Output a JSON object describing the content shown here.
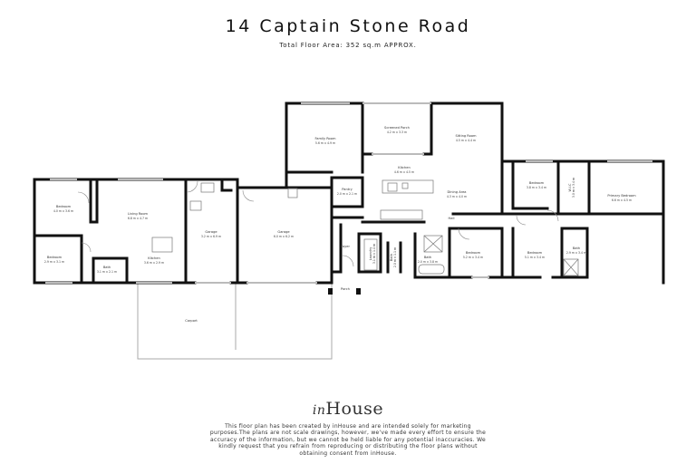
{
  "header": {
    "title": "14 Captain Stone Road",
    "subtitle": "Total Floor Area: 352 sq.m APPROX."
  },
  "rooms": {
    "bedroom_nw": {
      "name": "Bedroom",
      "dims": "4.0 m x 3.6 m"
    },
    "bedroom_sw": {
      "name": "Bedroom",
      "dims": "2.9 m x 3.1 m"
    },
    "living_room": {
      "name": "Living Room",
      "dims": "6.8 m x 4.7 m"
    },
    "kitchen_w": {
      "name": "Kitchen",
      "dims": "3.6 m x 2.9 m"
    },
    "bath_w": {
      "name": "Bath",
      "dims": "3.1 m x 2.1 m"
    },
    "garage_small": {
      "name": "Garage",
      "dims": "3.2 m x 6.9 m"
    },
    "garage_large": {
      "name": "Garage",
      "dims": "6.0 m x 6.2 m"
    },
    "carport": {
      "name": "Carport",
      "dims": ""
    },
    "family_room": {
      "name": "Family Room",
      "dims": "5.6 m x 4.9 m"
    },
    "screened_porch": {
      "name": "Screened Porch",
      "dims": "4.2 m x 3.3 m"
    },
    "sitting_room": {
      "name": "Sitting Room",
      "dims": "4.5 m x 4.4 m"
    },
    "kitchen_main": {
      "name": "Kitchen",
      "dims": "4.6 m x 4.5 m"
    },
    "pantry": {
      "name": "Pantry",
      "dims": "2.0 m x 2.1 m"
    },
    "dining_area": {
      "name": "Dining Area",
      "dims": "4.3 m x 4.0 m"
    },
    "hall": {
      "name": "Hall",
      "dims": ""
    },
    "foyer": {
      "name": "Foyer",
      "dims": ""
    },
    "porch": {
      "name": "Porch",
      "dims": ""
    },
    "laundry": {
      "name": "Laundry",
      "dims": "3.1 m x 1.4 m"
    },
    "bath_small": {
      "name": "Bath",
      "dims": "2.0 m x 1.1 m"
    },
    "bath_mid": {
      "name": "Bath",
      "dims": "2.0 m x 3.8 m"
    },
    "bedroom_mid": {
      "name": "Bedroom",
      "dims": "5.2 m x 3.4 m"
    },
    "bedroom_e": {
      "name": "Bedroom",
      "dims": "5.1 m x 3.4 m"
    },
    "bedroom_ne": {
      "name": "Bedroom",
      "dims": "3.8 m x 3.4 m"
    },
    "wic": {
      "name": "W.I.C",
      "dims": "3.0 m x 3.4 m"
    },
    "primary_bedroom": {
      "name": "Primary Bedroom",
      "dims": "6.6 m x 4.5 m"
    },
    "bath_e": {
      "name": "Bath",
      "dims": "2.9 m x 3.4 m"
    }
  },
  "footer": {
    "brand_script": "in",
    "brand_name": "House",
    "disclaimer": "This floor plan has been created by inHouse and are intended solely for marketing purposes.The plans are not scale drawings, however, we've made every effort to ensure the accuracy of the information, but we cannot be held liable for any potential inaccuracies. We kindly request that you refrain from reproducing or distributing the floor plans without obtaining consent from inHouse."
  },
  "colors": {
    "wall": "#111111",
    "window": "#bbbbbb",
    "fixture": "#777777"
  }
}
